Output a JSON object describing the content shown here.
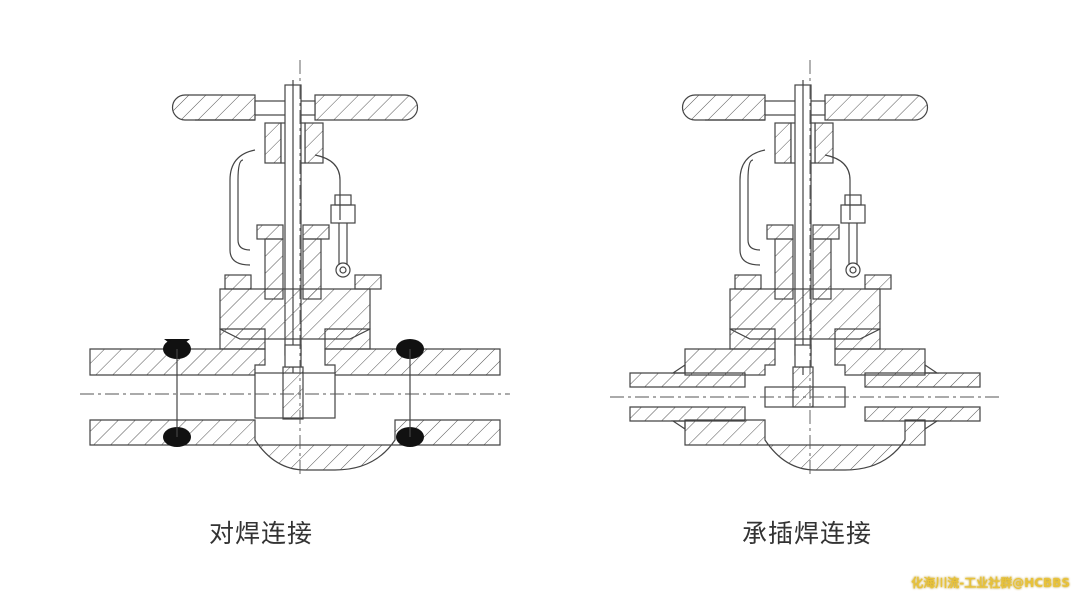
{
  "diagram": {
    "left_caption": "对焊连接",
    "right_caption": "承插焊连接",
    "watermark": "化海川流-工业社群@HCBBS"
  },
  "colors": {
    "line": "#444444",
    "weld": "#111111",
    "watermark": "#e8c23a",
    "background": "#ffffff"
  }
}
